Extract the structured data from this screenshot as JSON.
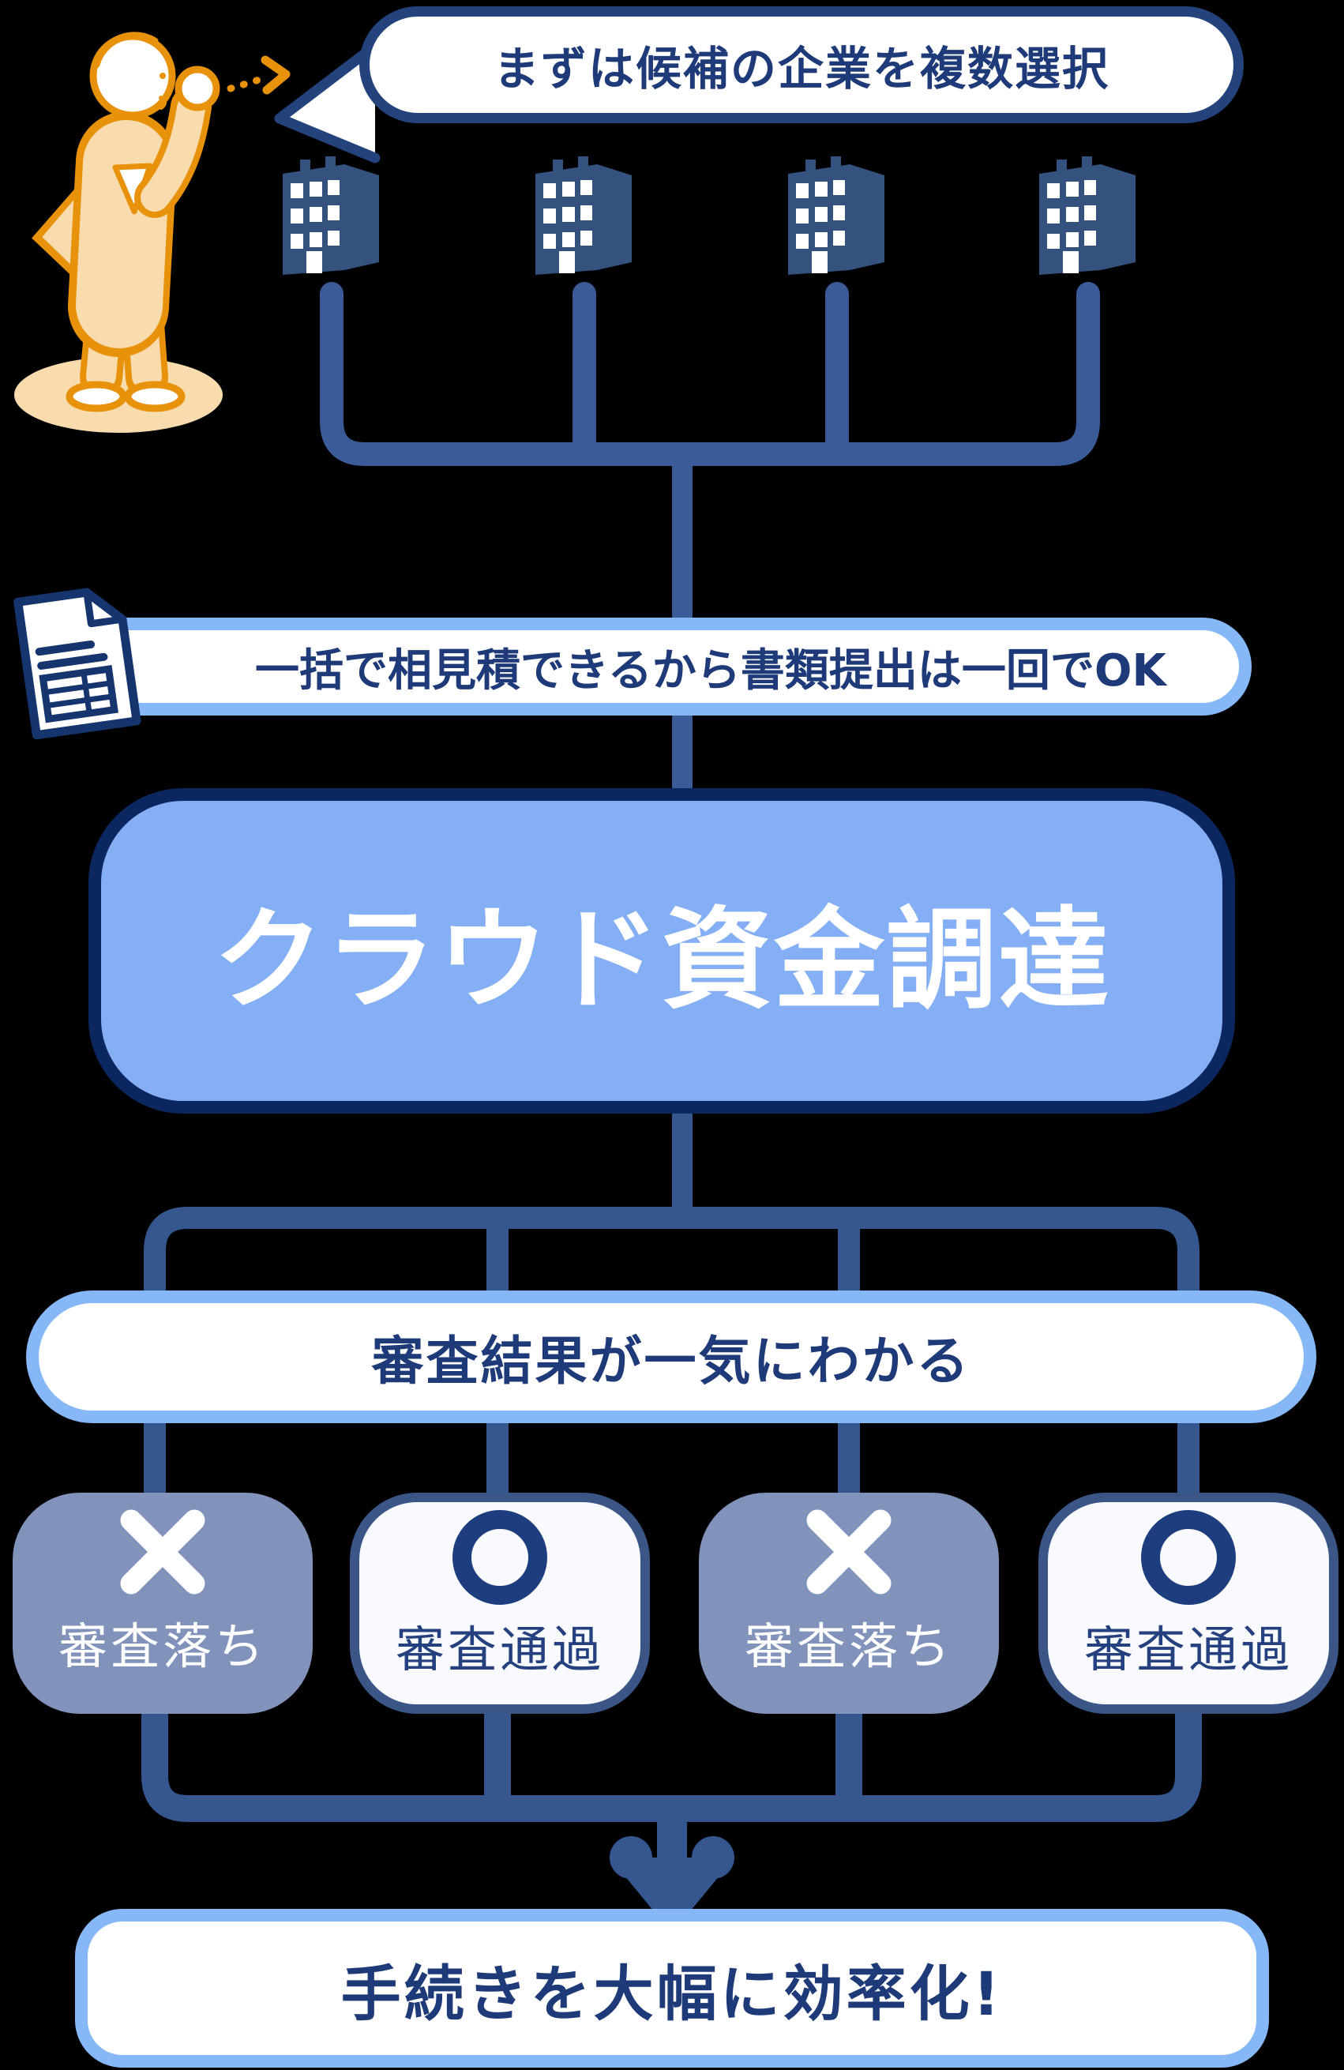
{
  "speech_bubble": {
    "text": "まずは候補の企業を複数選択"
  },
  "buildings": {
    "count": 4,
    "icon": "building-icon"
  },
  "batch_banner": {
    "icon": "document-icon",
    "text": "一括で相見積できるから書類提出は一回でOK"
  },
  "main_box": {
    "text": "クラウド資金調達"
  },
  "results_banner": {
    "text": "審査結果が一気にわかる"
  },
  "results": [
    {
      "mark": "x",
      "mark_icon": "x-mark-icon",
      "label": "審査落ち",
      "status": "fail"
    },
    {
      "mark": "circle",
      "mark_icon": "circle-mark-icon",
      "label": "審査通過",
      "status": "pass"
    },
    {
      "mark": "x",
      "mark_icon": "x-mark-icon",
      "label": "審査落ち",
      "status": "fail"
    },
    {
      "mark": "circle",
      "mark_icon": "circle-mark-icon",
      "label": "審査通過",
      "status": "pass"
    }
  ],
  "footer_banner": {
    "text": "手続きを大幅に効率化!"
  },
  "illustration": {
    "person": "businessman-raised-fist",
    "arrow": "dotted-arrow-right"
  },
  "colors": {
    "background": "#000000",
    "text_navy": "#1e3a78",
    "bubble_border": "#24427c",
    "building": "#35517e",
    "connector_upper": "#3a5b97",
    "connector_lower": "#35568e",
    "light_blue_border": "#86b8f8",
    "main_box_fill": "#84aff4",
    "main_box_border": "#0c2760",
    "fail_box_fill": "#8193bb",
    "pass_box_border": "#3a5586",
    "person_orange": "#e8920c",
    "person_cream": "#f8dcae"
  }
}
